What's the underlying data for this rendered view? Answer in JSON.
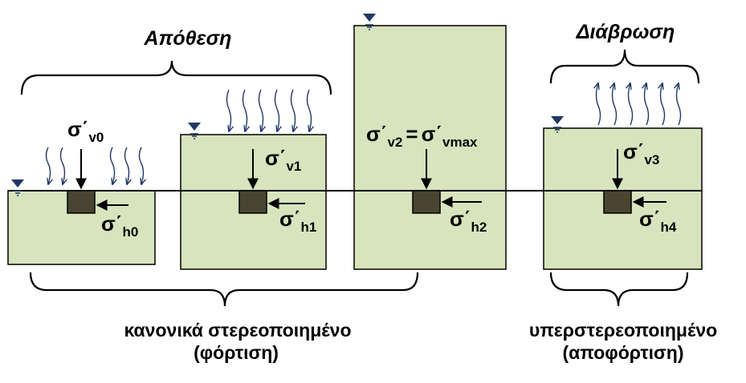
{
  "headers": {
    "deposition": "Απόθεση",
    "erosion": "Διάβρωση"
  },
  "states": {
    "normally_consolidated": "κανονικά στερεοποιημένο",
    "loading": "(φόρτιση)",
    "overconsolidated": "υπερστερεοποιημένο",
    "unloading": "(αποφόρτιση)"
  },
  "stresses": {
    "sigma": "σ΄",
    "v0": "v0",
    "h0": "h0",
    "v1": "v1",
    "h1": "h1",
    "v2": "v2",
    "vmax": "vmax",
    "equals": "=",
    "h2": "h2",
    "v3": "v3",
    "h4": "h4"
  },
  "colors": {
    "soil": "#d7e4bd",
    "element": "#4a4530",
    "water_marker": "#1f3864",
    "flow_arrow": "#1f3864"
  },
  "icons": {
    "water_table": "water-table-icon",
    "flow": "flow-arrow-icon"
  }
}
